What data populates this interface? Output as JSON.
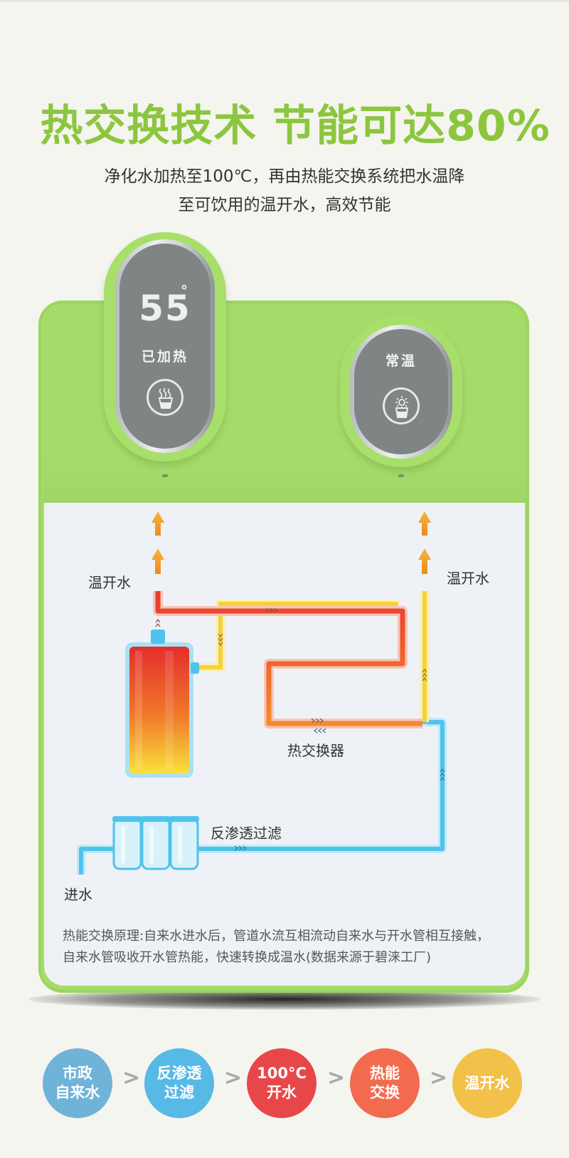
{
  "header": {
    "title": "热交换技术 节能可达80%",
    "subtitle_line1": "净化水加热至100℃，再由热能交换系统把水温降",
    "subtitle_line2": "至可饮用的温开水，高效节能"
  },
  "device": {
    "hot_panel": {
      "temperature": "55",
      "degree_mark": "°",
      "status": "已加热",
      "icon": "hot-cup-icon"
    },
    "room_panel": {
      "status": "常温",
      "icon": "sun-cup-icon"
    }
  },
  "diagram": {
    "labels": {
      "warm_water_left": "温开水",
      "warm_water_right": "温开水",
      "heat_exchanger": "热交换器",
      "ro_filter": "反渗透过滤",
      "inlet": "进水"
    },
    "note_line1": "热能交换原理:自来水进水后，管道水流互相流动自来水与开水管相互接触，",
    "note_line2": "自来水管吸收开水管热能，快速转换成温水(数据来源于碧涞工厂)"
  },
  "flow": {
    "steps": [
      {
        "line1": "市政",
        "line2": "自来水",
        "color": "#6fb3d9"
      },
      {
        "line1": "反渗透",
        "line2": "过滤",
        "color": "#57b9e6"
      },
      {
        "line1": "100°C",
        "line2": "开水",
        "color": "#e8474a"
      },
      {
        "line1": "热能",
        "line2": "交换",
        "color": "#f26b4f"
      },
      {
        "line1": "温开水",
        "line2": "",
        "color": "#f2c14a"
      }
    ],
    "separator": ">"
  },
  "colors": {
    "accent_green": "#8cc63f",
    "device_green": "#a5dc69",
    "hot_pipe": "#e8342e",
    "warm_pipe": "#f5d23c",
    "cold_pipe": "#4fc3ec"
  }
}
